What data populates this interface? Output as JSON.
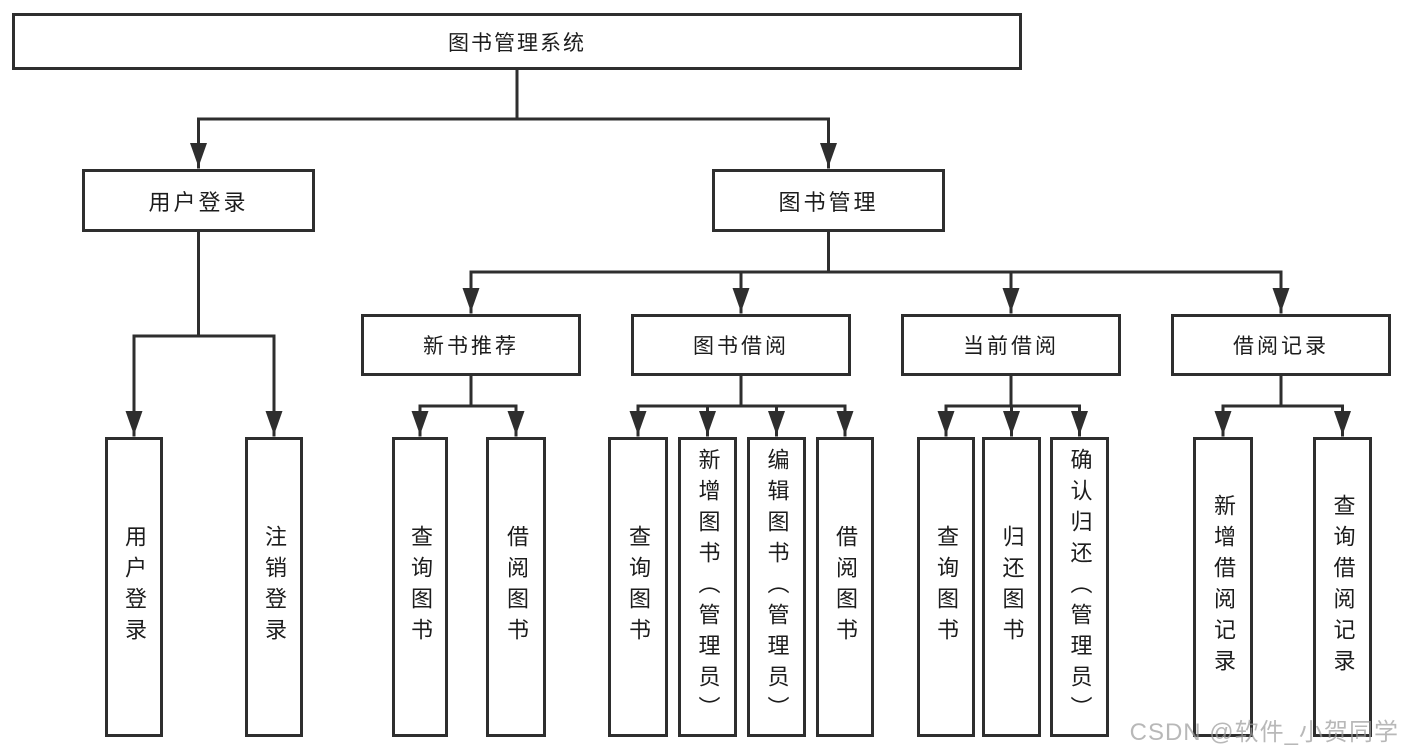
{
  "diagram": {
    "root": {
      "label": "图书管理系统"
    },
    "branches": [
      {
        "label": "用户登录",
        "children": [
          {
            "label": "用户登录"
          },
          {
            "label": "注销登录"
          }
        ]
      },
      {
        "label": "图书管理",
        "children": [
          {
            "label": "新书推荐",
            "children": [
              {
                "label": "查询图书"
              },
              {
                "label": "借阅图书"
              }
            ]
          },
          {
            "label": "图书借阅",
            "children": [
              {
                "label": "查询图书"
              },
              {
                "label": "新增图书（管理员）"
              },
              {
                "label": "编辑图书（管理员）"
              },
              {
                "label": "借阅图书"
              }
            ]
          },
          {
            "label": "当前借阅",
            "children": [
              {
                "label": "查询图书"
              },
              {
                "label": "归还图书"
              },
              {
                "label": "确认归还（管理员）"
              }
            ]
          },
          {
            "label": "借阅记录",
            "children": [
              {
                "label": "新增借阅记录"
              },
              {
                "label": "查询借阅记录"
              }
            ]
          }
        ]
      }
    ]
  },
  "colors": {
    "line": "#2e2e2e",
    "text": "#1c1c1c",
    "watermark": "#9e9e9e"
  },
  "watermark": {
    "text": "CSDN @软件_小贺同学"
  }
}
